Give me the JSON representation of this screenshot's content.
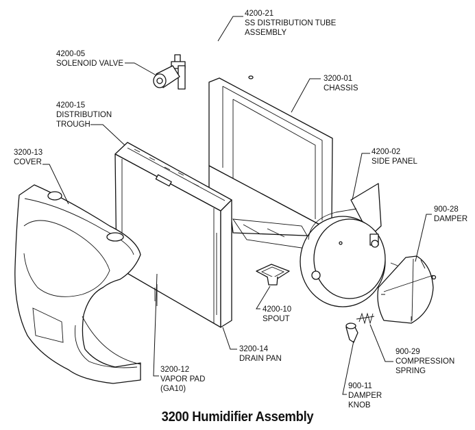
{
  "title": "3200 Humidifier Assembly",
  "callouts": {
    "tube": {
      "num": "4200-21",
      "line1": "SS DISTRIBUTION TUBE",
      "line2": "ASSEMBLY"
    },
    "valve": {
      "num": "4200-05",
      "line1": "SOLENOID VALVE"
    },
    "trough": {
      "num": "4200-15",
      "line1": "DISTRIBUTION",
      "line2": "TROUGH"
    },
    "chassis": {
      "num": "3200-01",
      "line1": "CHASSIS"
    },
    "cover": {
      "num": "3200-13",
      "line1": "COVER"
    },
    "side_panel": {
      "num": "4200-02",
      "line1": "SIDE PANEL"
    },
    "damper": {
      "num": "900-28",
      "line1": "DAMPER"
    },
    "spout": {
      "num": "4200-10",
      "line1": "SPOUT"
    },
    "drain_pan": {
      "num": "3200-14",
      "line1": "DRAIN PAN"
    },
    "vapor_pad": {
      "num": "3200-12",
      "line1": "VAPOR PAD",
      "line2": "(GA10)"
    },
    "spring": {
      "num": "900-29",
      "line1": "COMPRESSION",
      "line2": "SPRING"
    },
    "knob": {
      "num": "900-11",
      "line1": "DAMPER",
      "line2": "KNOB"
    }
  }
}
